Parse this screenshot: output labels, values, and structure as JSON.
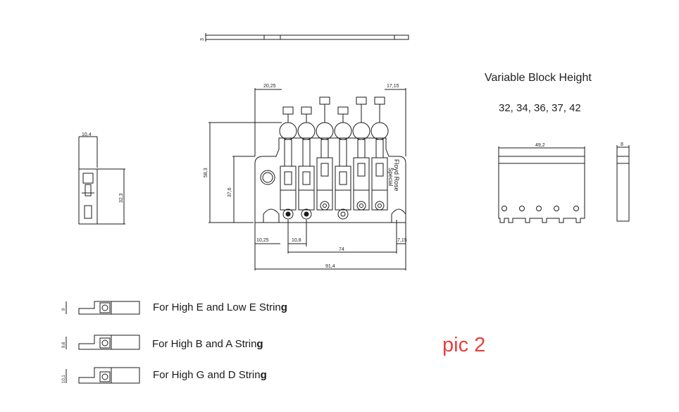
{
  "header": {
    "title": "Variable Block Height",
    "heights": "32, 34, 36, 37, 42"
  },
  "dims": {
    "plate_thickness": "3",
    "top_left": "20,25",
    "top_right": "17,15",
    "total_height": "58,3",
    "body_height": "37,6",
    "left_offset": "10,25",
    "saddle_width": "10,8",
    "right_offset": "7,15",
    "string_span": "74",
    "total_width": "91,4",
    "side_width": "10,4",
    "side_height": "32,3",
    "block_width": "49,2",
    "block_depth": "8"
  },
  "logo": {
    "brand": "Floyd Rose",
    "model": "Special"
  },
  "saddles": [
    {
      "dim": "9",
      "label_main": "For High E and Low E Strin",
      "label_bold": "g"
    },
    {
      "dim": "9,6",
      "label_main": "For High B and A Strin",
      "label_bold": "g"
    },
    {
      "dim": "10,1",
      "label_main": "For High G and D Strin",
      "label_bold": "g"
    }
  ],
  "pic_label": "pic 2"
}
